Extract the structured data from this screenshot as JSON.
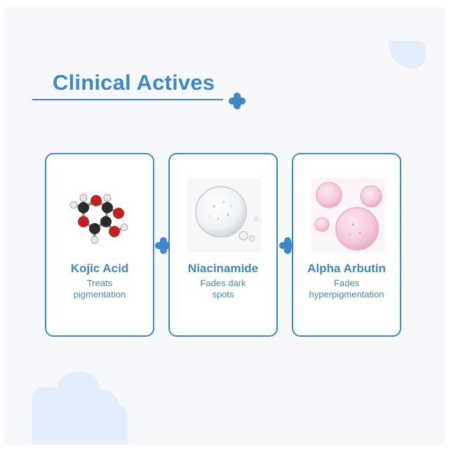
{
  "header": {
    "title": "Clinical Actives"
  },
  "cards": [
    {
      "name": "Kojic Acid",
      "desc_line1": "Treats",
      "desc_line2": "pigmentation",
      "icon": "molecule-icon"
    },
    {
      "name": "Niacinamide",
      "desc_line1": "Fades dark",
      "desc_line2": "spots",
      "icon": "serum-drop-icon"
    },
    {
      "name": "Alpha Arbutin",
      "desc_line1": "Fades",
      "desc_line2": "hyperpigmentation",
      "icon": "pink-bubbles-icon"
    }
  ],
  "colors": {
    "accent": "#3f87cb",
    "background": "#f6f8fc",
    "decor": "#e4eefa",
    "pink": "#f3c6da"
  }
}
